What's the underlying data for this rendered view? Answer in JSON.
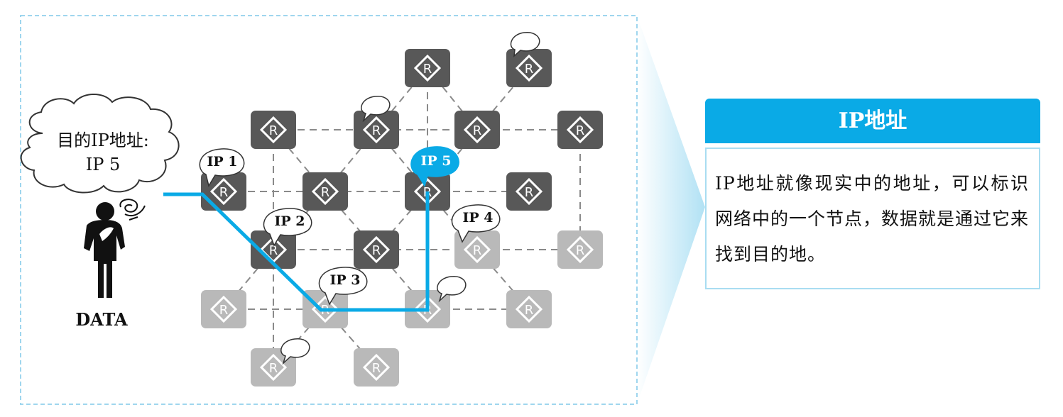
{
  "thought_cloud": {
    "line1": "目的IP地址:",
    "line2": "IP 5"
  },
  "person_label": "DATA",
  "ip_labels": {
    "ip1": "IP 1",
    "ip2": "IP 2",
    "ip3": "IP 3",
    "ip4": "IP 4",
    "ip5": "IP 5"
  },
  "router_symbol": "R",
  "callout": {
    "title": "IP地址",
    "body": "IP地址就像现实中的地址，可以标识网络中的一个节点，数据就是通过它来找到目的地。"
  },
  "colors": {
    "router_active": "#585858",
    "router_inactive": "#b9b9b9",
    "path": "#0aaae6",
    "accent": "#0aaae6",
    "frame_border": "#9fd6ee"
  }
}
